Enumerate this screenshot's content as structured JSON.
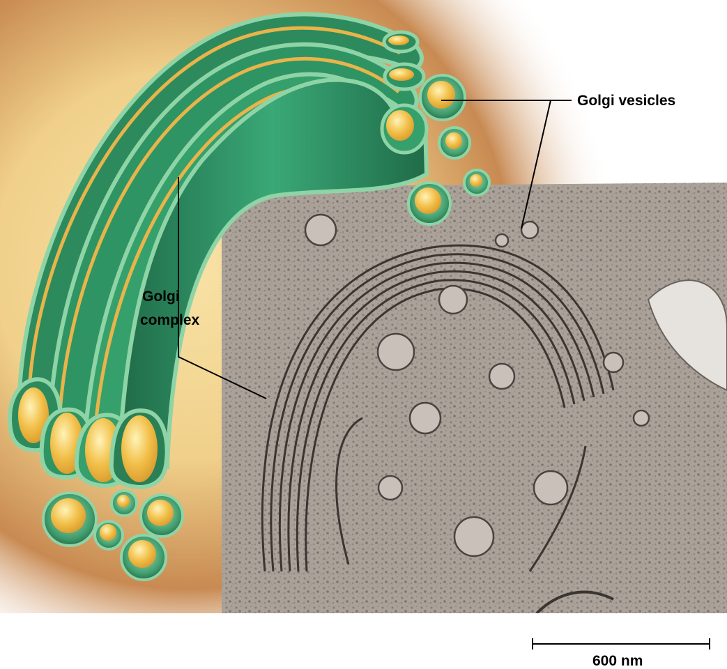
{
  "labels": {
    "golgi_vesicles": "Golgi vesicles",
    "golgi_complex_line1": "Golgi",
    "golgi_complex_line2": "complex"
  },
  "scale_bar": {
    "label": "600 nm"
  },
  "colors": {
    "membrane_green": "#2f8f62",
    "membrane_rim": "#8fd4a6",
    "lumen_yellow": "#f2c04a",
    "background_warm": "#f0d08a",
    "background_brown": "#c88a52",
    "micrograph_gray": "#a39a92"
  }
}
